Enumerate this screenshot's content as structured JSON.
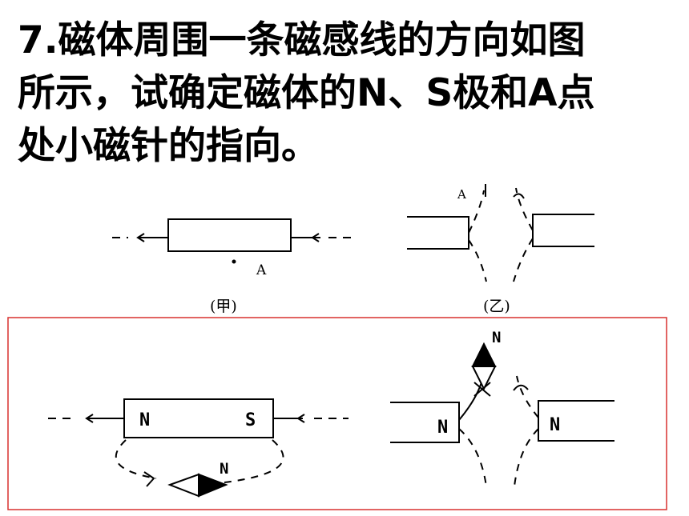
{
  "question": {
    "lines": [
      "7.磁体周围一条磁感线的方向如图",
      "所示，试确定磁体的N、S极和A点",
      "处小磁针的指向。"
    ]
  },
  "figure_top": {
    "left_point_label": "A",
    "left_caption": "(甲)",
    "right_point_label": "A",
    "right_caption": "(乙)"
  },
  "answer": {
    "left_magnet_pole_left": "N",
    "left_magnet_pole_right": "S",
    "left_needle_label": "N",
    "right_magnet_left_pole": "N",
    "right_magnet_right_pole": "N",
    "right_needle_label": "N"
  },
  "colors": {
    "answer_border": "#d9302f",
    "ink": "#000000"
  }
}
